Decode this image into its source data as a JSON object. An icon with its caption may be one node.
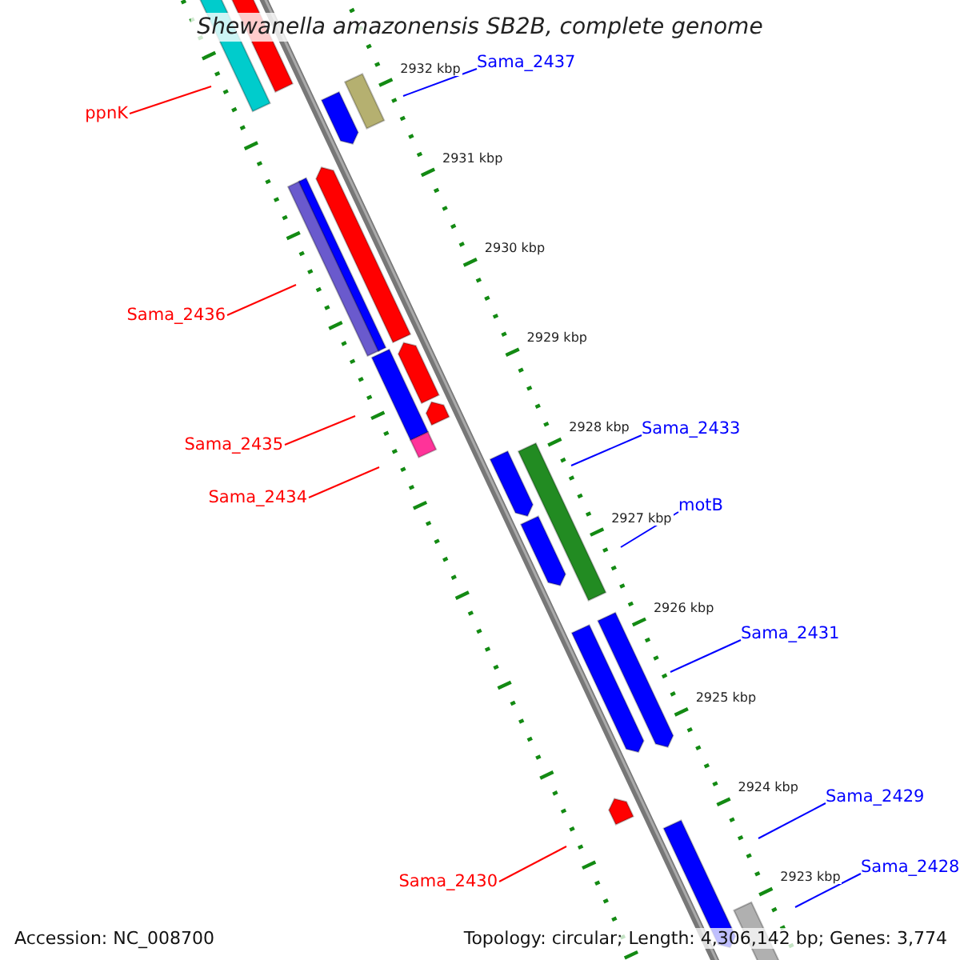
{
  "diagram": {
    "title": "Shewanella amazonensis SB2B, complete genome",
    "nodes": [
      {
        "text": [
          "Sama_2437"
        ]
      },
      {
        "text": [
          "ppnK"
        ]
      },
      {
        "text": [
          "Sama_2436"
        ]
      },
      {
        "text": [
          "Sama_2433"
        ]
      },
      {
        "text": [
          "Sama_2435"
        ]
      },
      {
        "text": [
          "Sama_2434"
        ]
      },
      {
        "text": [
          "motB"
        ]
      },
      {
        "text": [
          "Sama_2431"
        ]
      },
      {
        "text": [
          "Sama_2429"
        ]
      },
      {
        "text": [
          "Sama_2428"
        ]
      },
      {
        "text": [
          "Sama_2430"
        ]
      }
    ],
    "edges": [
      {
        "from": 0,
        "to": null,
        "arrow": "none"
      },
      {
        "from": 1,
        "to": null,
        "arrow": "none",
        "color": "#ff0000"
      },
      {
        "from": 2,
        "to": null,
        "arrow": "none",
        "color": "#ff0000"
      },
      {
        "from": 3,
        "to": null,
        "arrow": "none"
      },
      {
        "from": 4,
        "to": null,
        "arrow": "none",
        "color": "#ff0000"
      },
      {
        "from": 5,
        "to": null,
        "arrow": "none",
        "color": "#ff0000"
      },
      {
        "from": 6,
        "to": null,
        "arrow": "none"
      },
      {
        "from": 7,
        "to": null,
        "arrow": "none"
      },
      {
        "from": 8,
        "to": null,
        "arrow": "none"
      },
      {
        "from": 9,
        "to": null,
        "arrow": "none"
      },
      {
        "from": 10,
        "to": null,
        "arrow": "none",
        "color": "#ff0000"
      }
    ],
    "labels": [
      "2932 kbp",
      "2931 kbp",
      "2930 kbp",
      "2929 kbp",
      "2928 kbp",
      "2927 kbp",
      "2926 kbp",
      "2925 kbp",
      "2924 kbp",
      "2923 kbp",
      "Accession: NC_008700",
      "Topology: circular; Length: 4,306,142 bp; Genes: 3,774"
    ]
  }
}
